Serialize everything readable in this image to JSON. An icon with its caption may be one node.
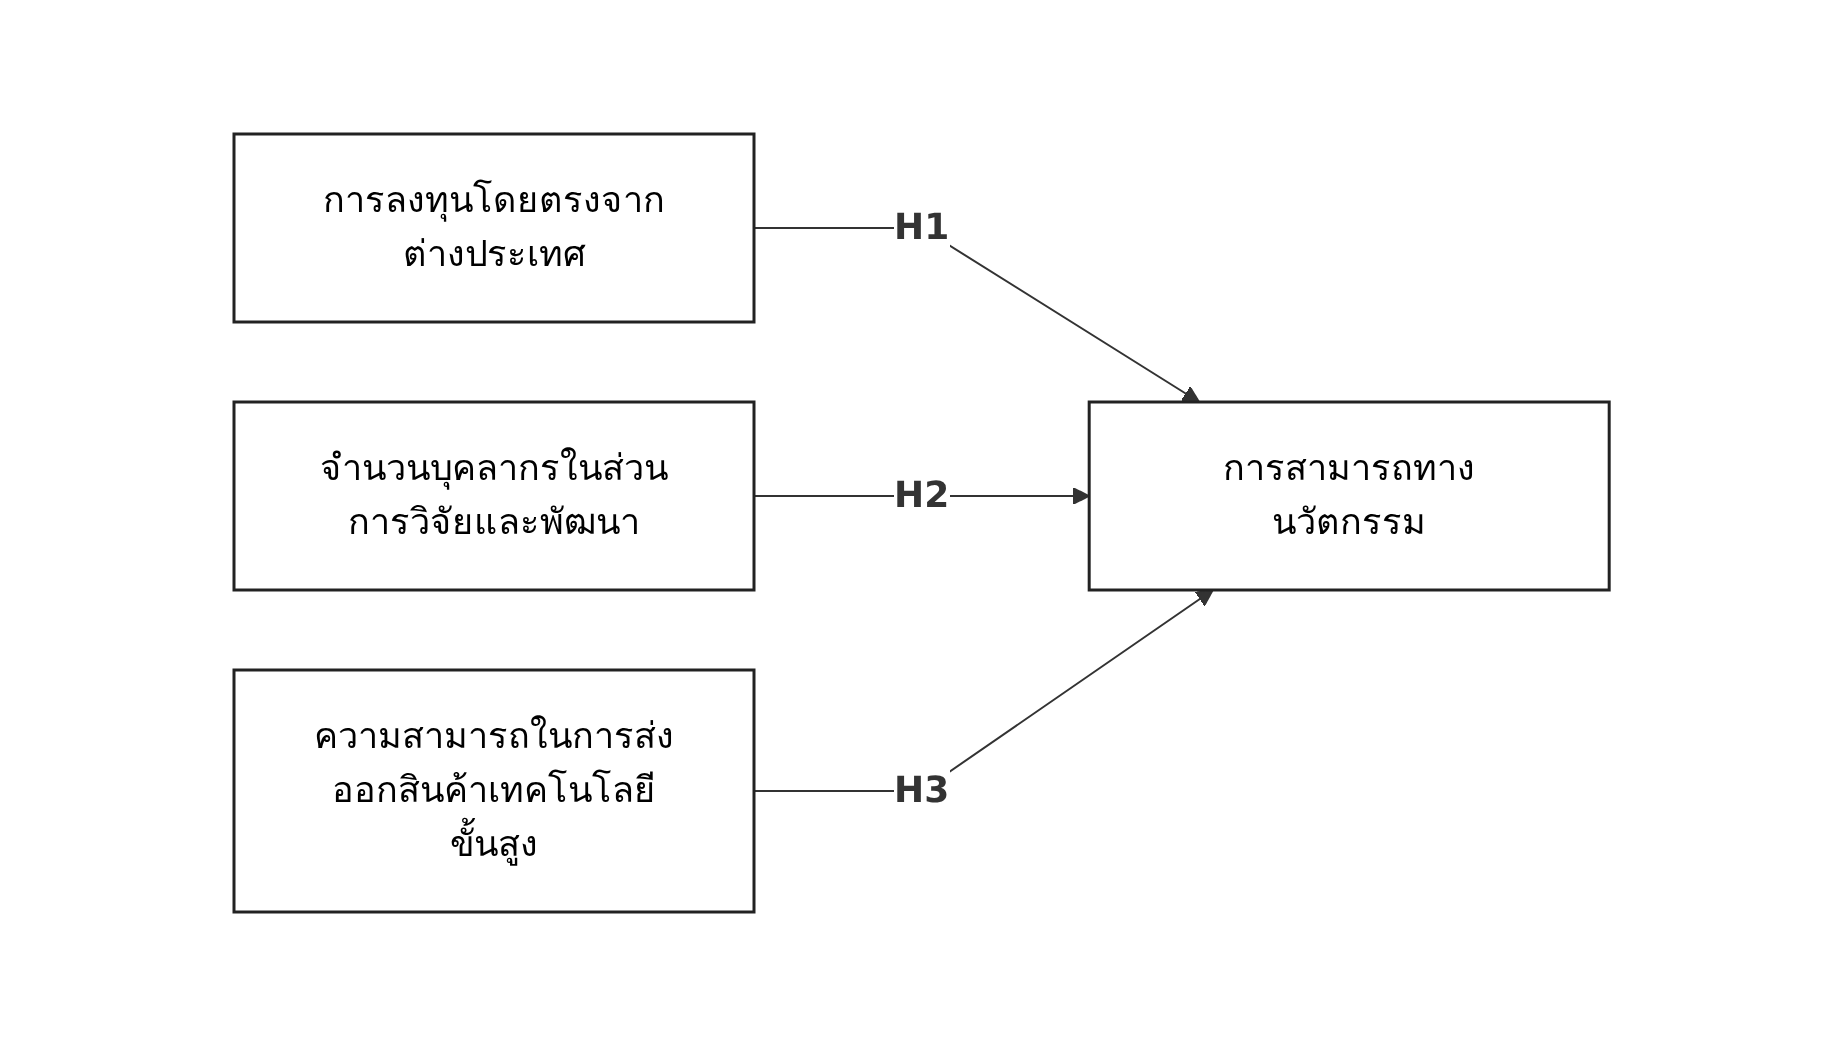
{
  "diagram": {
    "nodes": [
      {
        "text": [
          "การลงทุนโดยตรงจากต่างประเทศ"
        ]
      },
      {
        "text": [
          "จำนวนบุคลากรในส่วนการวิจัยและพัฒนา"
        ]
      },
      {
        "text": [
          "ความสามารถในการส่งออกสินค้าเทคโนโลยีขั้นสูง"
        ]
      },
      {
        "text": [
          "การสามารถทางนวัตกรรม"
        ]
      }
    ],
    "edges": [
      {
        "from": 0,
        "to": 3,
        "arrow": "to",
        "label": "H1"
      },
      {
        "from": 1,
        "to": 3,
        "arrow": "to",
        "label": "H2"
      },
      {
        "from": 2,
        "to": 3,
        "arrow": "to",
        "label": "H3"
      }
    ]
  }
}
